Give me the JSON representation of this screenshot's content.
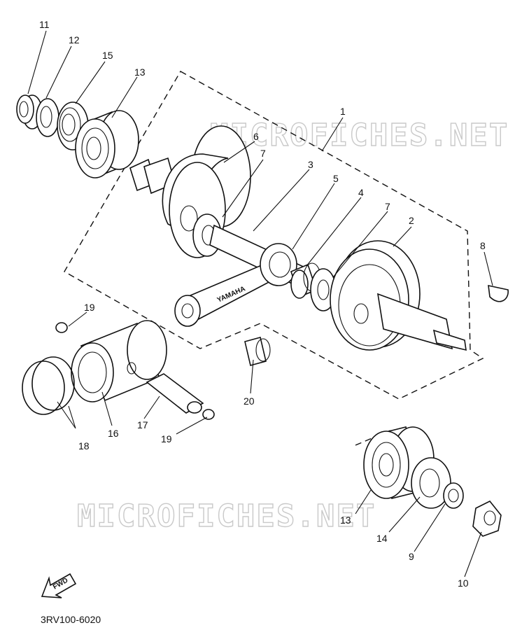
{
  "watermark": "MICROFICHES.NET",
  "drawing_code": "3RV100-6020",
  "fwd_label": "FWD",
  "brand_on_rod": "YAMAHA",
  "callouts": [
    "1",
    "2",
    "3",
    "4",
    "5",
    "6",
    "7",
    "7",
    "8",
    "9",
    "10",
    "11",
    "12",
    "13",
    "13",
    "14",
    "15",
    "16",
    "17",
    "18",
    "19",
    "19",
    "20"
  ],
  "labels": {
    "c1": "1",
    "c2": "2",
    "c3": "3",
    "c4": "4",
    "c5": "5",
    "c6": "6",
    "c7a": "7",
    "c7b": "7",
    "c8": "8",
    "c9": "9",
    "c10": "10",
    "c11": "11",
    "c12": "12",
    "c13a": "13",
    "c13b": "13",
    "c14": "14",
    "c15": "15",
    "c16": "16",
    "c17": "17",
    "c18": "18",
    "c19a": "19",
    "c19b": "19",
    "c20": "20"
  }
}
